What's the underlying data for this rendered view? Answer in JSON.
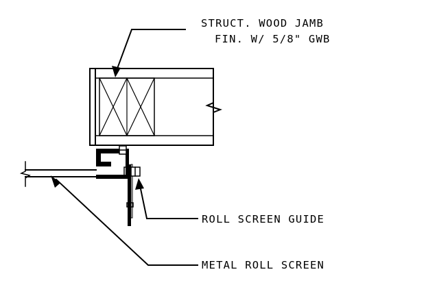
{
  "labels": {
    "jamb_line1": "STRUCT. WOOD JAMB",
    "jamb_line2": "FIN. W/ 5/8\" GWB",
    "guide": "ROLL SCREEN GUIDE",
    "screen": "METAL ROLL SCREEN"
  }
}
